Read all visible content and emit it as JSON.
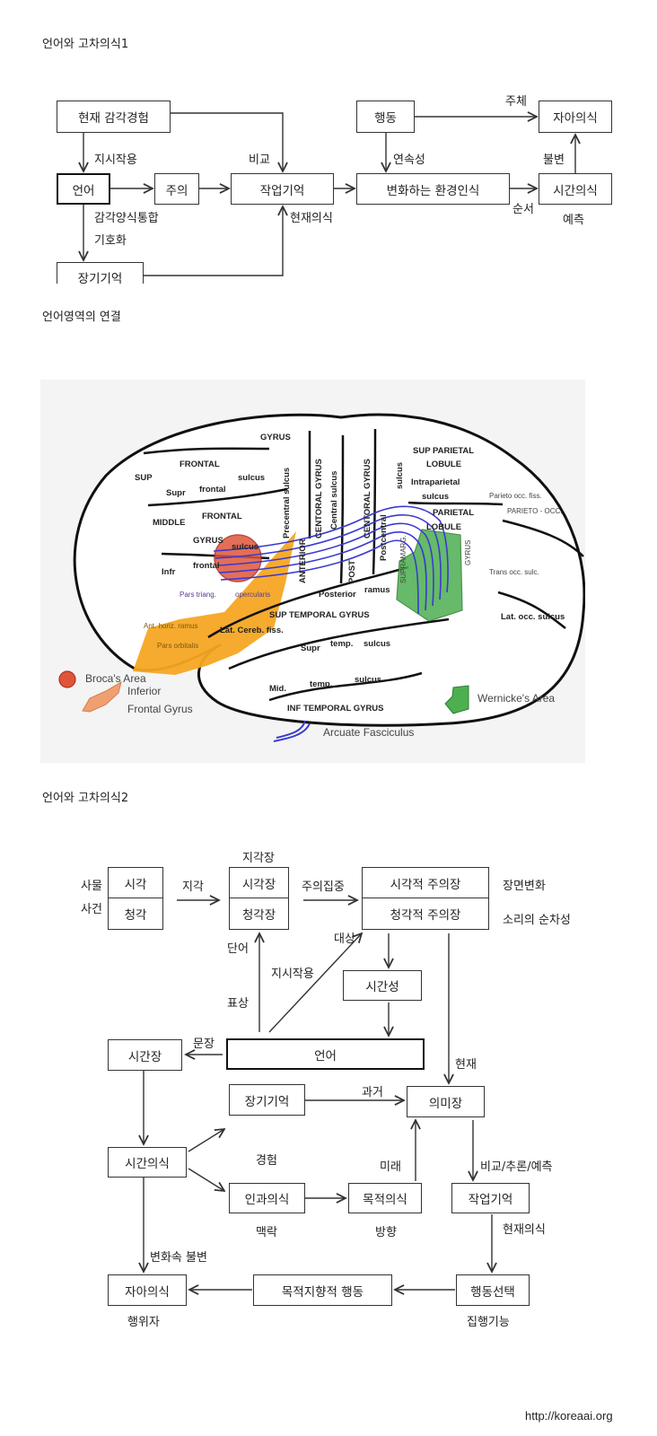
{
  "section1": {
    "title": "언어와 고차의식1",
    "boxes": {
      "current_sense": "현재 감각경험",
      "language": "언어",
      "attention": "주의",
      "working_memory": "작업기억",
      "long_term_memory": "장기기억",
      "action": "행동",
      "env_awareness": "변화하는 환경인식",
      "self_awareness": "자아의식",
      "time_awareness": "시간의식"
    },
    "labels": {
      "reference": "지시작용",
      "compare": "비교",
      "modality_integration": "감각양식통합",
      "encoding": "기호화",
      "present_awareness": "현재의식",
      "continuity": "연속성",
      "subject": "주체",
      "invariance": "불변",
      "order": "순서",
      "prediction": "예측"
    }
  },
  "section2": {
    "title": "언어영역의 연결",
    "brain_labels": [
      "GYRUS",
      "SUP",
      "FRONTAL",
      "Supr",
      "frontal",
      "sulcus",
      "MIDDLE",
      "FRONTAL",
      "GYRUS",
      "Infr",
      "frontal",
      "sulcus",
      "ANTERIOR",
      "CENTORAL GYRUS",
      "Central sulcus",
      "Precentral sulcus",
      "POST",
      "CENTORAL GYRUS",
      "sulcus",
      "Postcentral",
      "SUP PARIETAL",
      "LOBULE",
      "Intraparietal",
      "sulcus",
      "PARIETAL",
      "LOBULE",
      "Parieto occ. fiss.",
      "PARIETO - OCC.",
      "Trans occ. sulc.",
      "Lat. occ. sulcus",
      "Posterior",
      "ramus",
      "SUP TEMPORAL GYRUS",
      "Lat. Cereb. fiss.",
      "Supr",
      "temp.",
      "sulcus",
      "Mid.",
      "temp.",
      "sulcus",
      "INF TEMPORAL GYRUS",
      "Ant. horiz. ramus",
      "Pars orbitalis",
      "Pars triang.",
      "opercularis",
      "SUPRAMARG.",
      "GYRUS"
    ],
    "legend": {
      "broca": "Broca's Area",
      "ifg_line1": "Inferior",
      "ifg_line2": "Frontal Gyrus",
      "arcuate": "Arcuate Fasciculus",
      "wernicke": "Wernicke's Area"
    },
    "colors": {
      "broca": "#e0553a",
      "ifg": "#f5a623",
      "wernicke": "#4caf50",
      "arcuate": "#3a3ad0"
    }
  },
  "section3": {
    "title": "언어와 고차의식2",
    "boxes": {
      "vision": "시각",
      "hearing": "청각",
      "visual_field": "시각장",
      "auditory_field": "청각장",
      "visual_attention_field": "시각적 주의장",
      "auditory_attention_field": "청각적 주의장",
      "temporality": "시간성",
      "language": "언어",
      "time_field": "시간장",
      "time_awareness": "시간의식",
      "long_term_memory": "장기기억",
      "meaning_field": "의미장",
      "causal_awareness": "인과의식",
      "purpose_awareness": "목적의식",
      "working_memory": "작업기억",
      "action_selection": "행동선택",
      "goal_directed_action": "목적지향적 행동",
      "self_awareness": "자아의식"
    },
    "labels": {
      "objects": "사물",
      "events": "사건",
      "perception": "지각",
      "perceptual_field": "지각장",
      "focus": "주의집중",
      "scene_change": "장면변화",
      "sound_sequence": "소리의 순차성",
      "word": "단어",
      "representation": "표상",
      "target": "대상",
      "reference": "지시작용",
      "sentence": "문장",
      "present": "현재",
      "past": "과거",
      "experience": "경험",
      "future": "미래",
      "compare_infer_predict": "비교/추론/예측",
      "context": "맥락",
      "direction": "방향",
      "present_awareness": "현재의식",
      "invariance_in_change": "변화속 불변",
      "agent": "행위자",
      "executive_function": "집행기능"
    }
  },
  "footer": {
    "url": "http://koreaai.org"
  }
}
